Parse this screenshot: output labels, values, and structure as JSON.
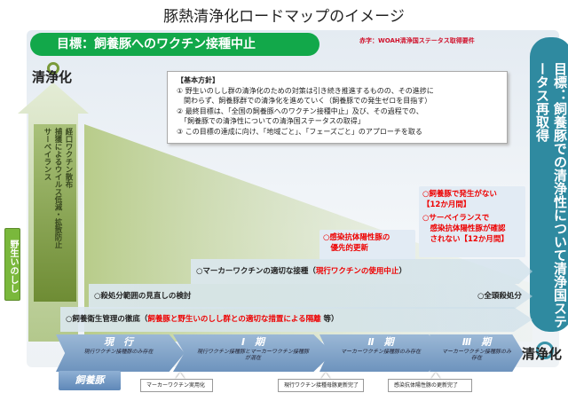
{
  "title": "豚熱清浄化ロードマップのイメージ",
  "goal_banner": "目標：飼養豚へのワクチン接種中止",
  "red_note": "赤字：WOAH清浄国ステータス取得要件",
  "clean_top": "清浄化",
  "policy": {
    "heading": "【基本方針】",
    "items": [
      "① 野生いのしし群の清浄化のための対策は引き続き推進するものの、その進捗に",
      "　関わらず、飼養豚群での清浄化を進めていく（飼養豚での発生ゼロを目指す）",
      "② 最終目標は、「全国の飼養豚へのワクチン接種中止」及び、その過程での、",
      "　「飼養豚での清浄性についての清浄国ステータスの取得」",
      "③ この目標の達成に向け、「地域ごと」、「フェーズごと」のアプローチを取る"
    ]
  },
  "right_goal": "目標：飼養豚での清浄性について清浄国ステータス再取得",
  "wild_measures": [
    "経口ワクチン散布",
    "捕獲によるウイルス低減・拡散防止",
    "サーベイランス"
  ],
  "wild_boar_label": "野生いのしし",
  "red_box_1": [
    "○感染抗体陽性豚の",
    "　優先的更新"
  ],
  "red_box_2": [
    "○飼養豚で発生がない",
    "【12か月間】",
    "○サーベイランスで",
    "　感染抗体陽性豚が確認",
    "　されない【12か月間】"
  ],
  "bars": {
    "marker": {
      "text": "○マーカーワクチンの適切な接種（",
      "red": "現行ワクチンの使用中止",
      "end": "）"
    },
    "culling": {
      "text": "○殺処分範囲の見直しの検討",
      "right": "○全頭殺処分"
    },
    "hygiene": {
      "text": "○飼養衛生管理の徹底（",
      "red": "飼養豚と野生いのしし群との適切な措置による隔離",
      "end": " 等）"
    }
  },
  "phases": [
    {
      "name": "現　行",
      "desc": "現行ワクチン接種豚のみ存在"
    },
    {
      "name": "Ⅰ　期",
      "desc": "現行ワクチン接種豚とマーカーワクチン接種豚が混在"
    },
    {
      "name": "Ⅱ　期",
      "desc": "マーカーワクチン接種豚のみ存在"
    },
    {
      "name": "Ⅲ　期",
      "desc": "マーカーワクチン接種豚のみ存在"
    }
  ],
  "clean_bottom": "清浄化",
  "pig_label": "飼養豚",
  "milestones": [
    "マーカーワクチン実用化",
    "現行ワクチン接種母豚更新完了",
    "感染抗体陽性豚の更新完了"
  ],
  "colors": {
    "goal_green": "#12a84a",
    "teal": "#2f8aa0",
    "red": "#e00000",
    "phase_blue": "#6d93bd"
  }
}
